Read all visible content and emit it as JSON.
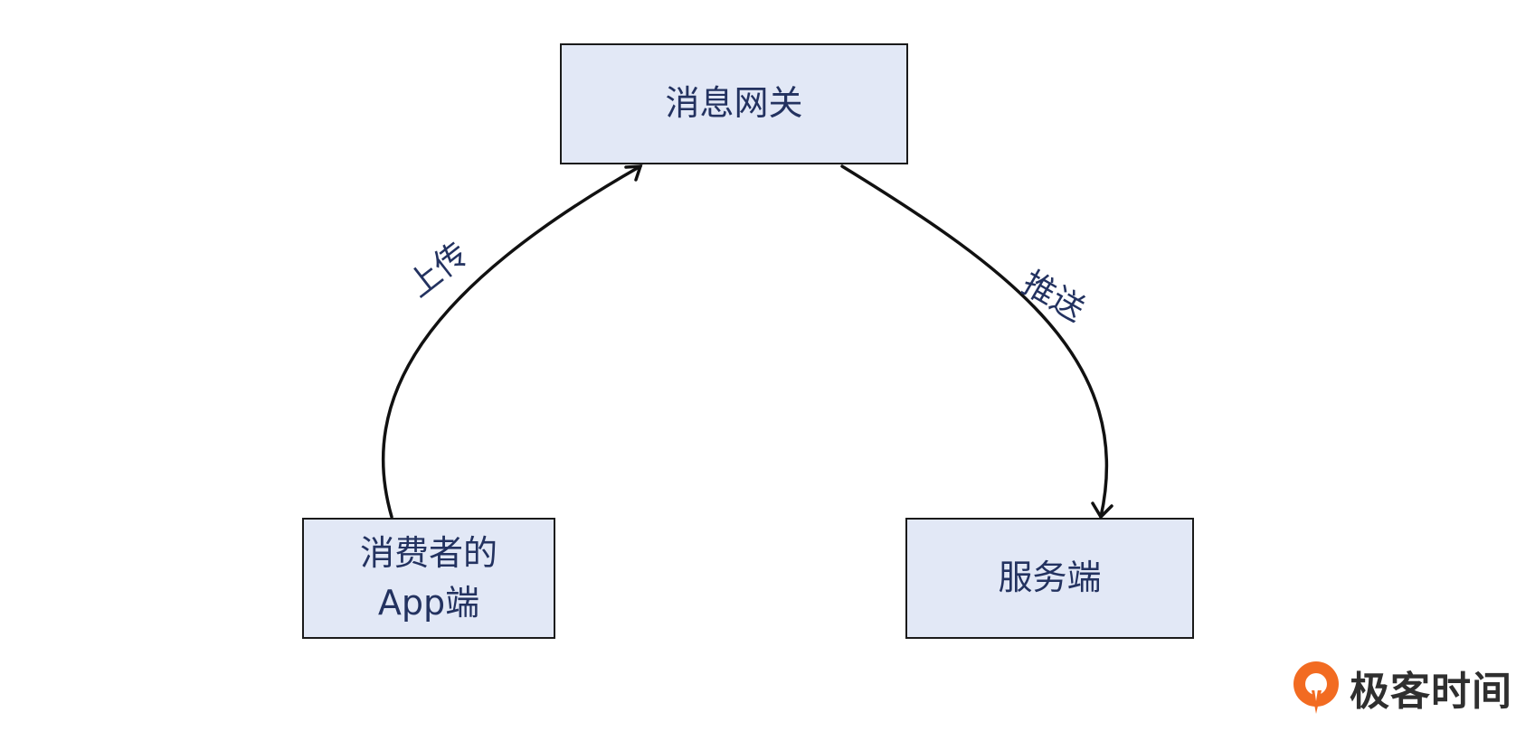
{
  "nodes": {
    "gateway": {
      "label": "消息网关"
    },
    "app": {
      "label_line1": "消费者的",
      "label_line2": "App端"
    },
    "server": {
      "label": "服务端"
    }
  },
  "edges": {
    "upload": {
      "label": "上传",
      "from": "app",
      "to": "gateway"
    },
    "push": {
      "label": "推送",
      "from": "gateway",
      "to": "server"
    }
  },
  "brand": {
    "name": "极客时间",
    "logo_icon": "geek-time-logo-icon",
    "color": "#f26b21"
  },
  "colors": {
    "node_fill": "#e2e8f6",
    "node_text": "#233260",
    "line": "#111111"
  }
}
